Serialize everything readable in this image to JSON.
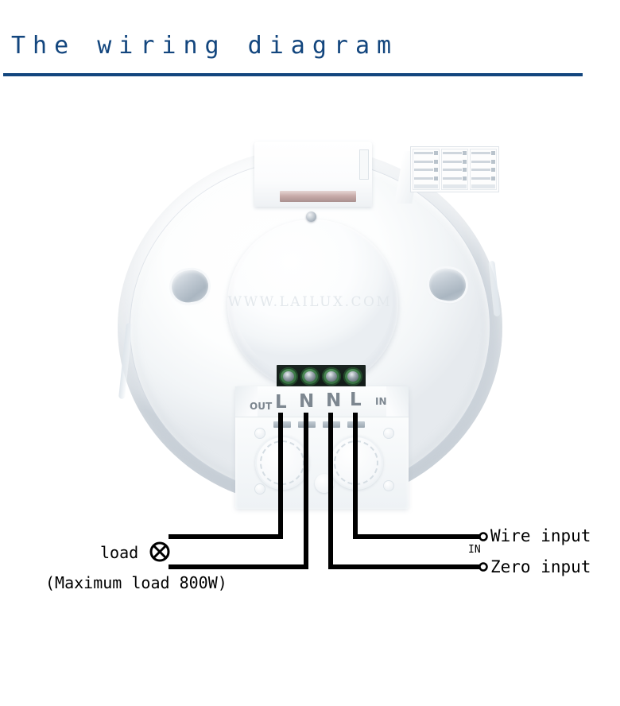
{
  "page": {
    "title": "The wiring diagram",
    "accent_color": "#13467e",
    "background_color": "#ffffff"
  },
  "device": {
    "watermark": "WWW.LAILUX.COM",
    "terminal_labels": {
      "out": "OUT",
      "pin1": "L",
      "pin2": "N",
      "pin3": "N",
      "pin4": "L",
      "in": "IN"
    }
  },
  "wiring": {
    "load_label": "load",
    "load_note": "(Maximum load 800W)",
    "load_symbol": "crossed-circle-lamp-icon",
    "in_label": "IN",
    "wire_input_label": "Wire input",
    "zero_input_label": "Zero input",
    "wire_color": "#000000"
  }
}
